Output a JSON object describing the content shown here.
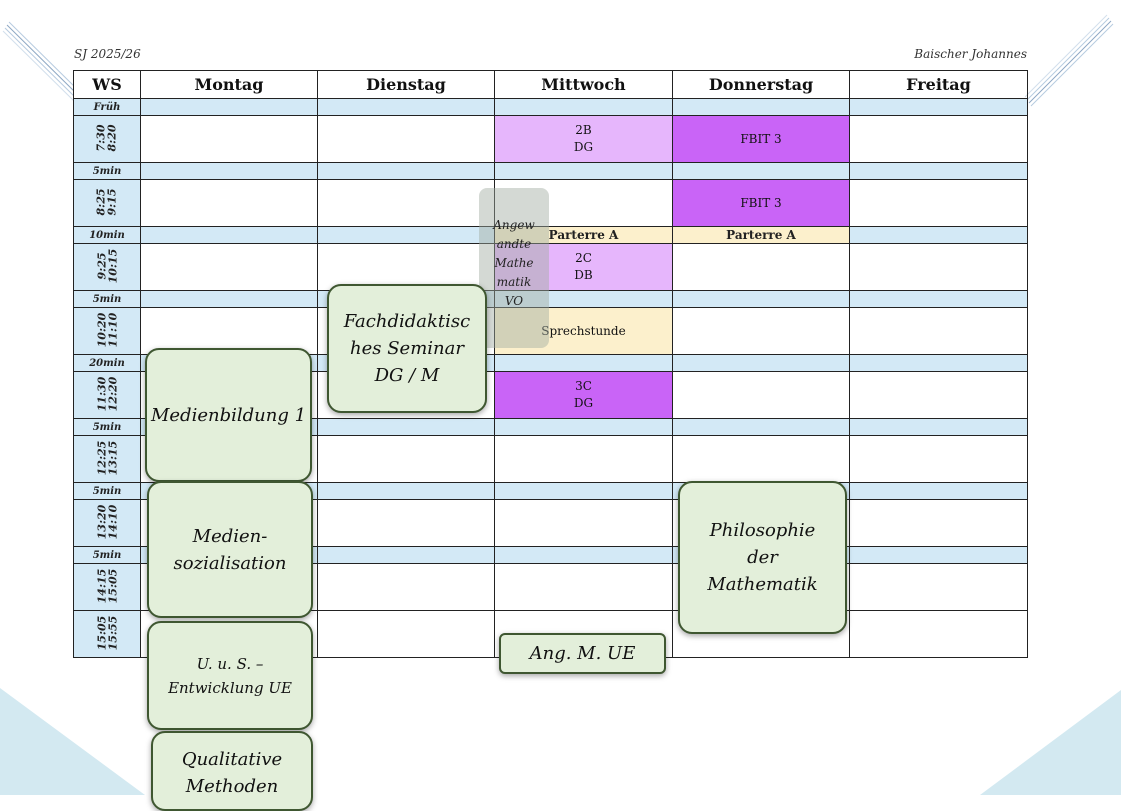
{
  "header": {
    "school_year": "SJ 2025/26",
    "teacher": "Baischer Johannes"
  },
  "columns": {
    "ws": "WS",
    "mon": "Montag",
    "tue": "Dienstag",
    "wed": "Mittwoch",
    "thu": "Donnerstag",
    "fri": "Freitag"
  },
  "times": {
    "frueh": "Früh",
    "p1": "7:30\n8:20",
    "b1": "5min",
    "p2": "8:25\n9:15",
    "b2": "10min",
    "p3": "9:25\n10:15",
    "b3": "5min",
    "p4": "10:20\n11:10",
    "b4": "20min",
    "p5": "11:30\n12:20",
    "b5": "5min",
    "p6": "12:25\n13:15",
    "b6": "5min",
    "p7": "13:20\n14:10",
    "b7": "5min",
    "p8": "14:15\n15:05",
    "p9": "15:05\n15:55"
  },
  "cells": {
    "wed_p1_class": "2B",
    "wed_p1_subject": "DG",
    "thu_p1": "FBIT 3",
    "thu_p2": "FBIT 3",
    "wed_b2": "Parterre A",
    "thu_b2": "Parterre A",
    "wed_p3_class": "2C",
    "wed_p3_subject": "DB",
    "wed_p4": "Sprechstunde",
    "wed_p5_class": "3C",
    "wed_p5_subject": "DG"
  },
  "blocks": {
    "fachdidaktik": [
      "Fachdidaktisc",
      "hes Seminar",
      "DG / M"
    ],
    "medienbildung": "Medienbildung 1",
    "mediensozialisation": [
      "Medien-",
      "sozialisation"
    ],
    "philosophie": [
      "Philosophie",
      "der",
      "Mathematik"
    ],
    "uus": [
      "U. u. S. –",
      "Entwicklung UE"
    ],
    "qualitative": [
      "Qualitative",
      "Methoden"
    ],
    "ang_m_ue": "Ang. M. UE",
    "angewandte": [
      "Angew",
      "andte",
      "Mathe",
      "matik",
      "VO"
    ]
  },
  "colors": {
    "break": "#d3e9f6",
    "lavender": "#e6b6fc",
    "purple": "#c964f7",
    "cream": "#fcf0cc",
    "block_fill": "#e3efda",
    "block_border": "#3f5731"
  }
}
